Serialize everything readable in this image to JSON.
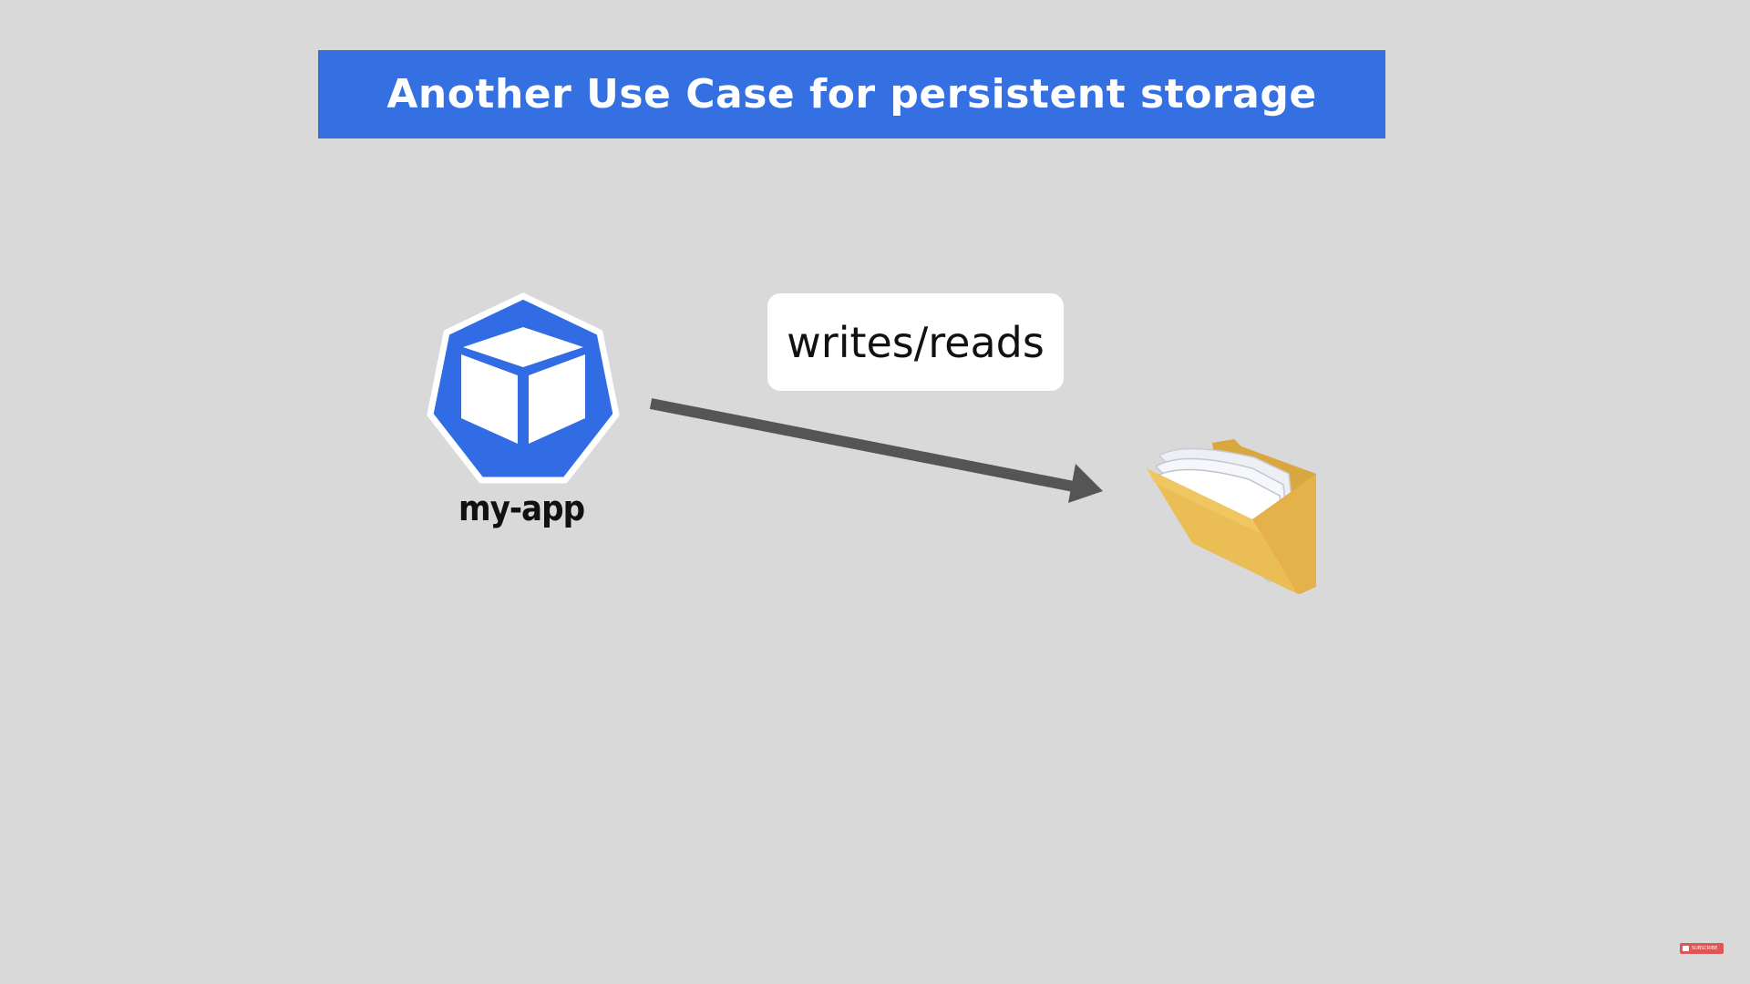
{
  "title": "Another Use Case for persistent storage",
  "app": {
    "label": "my-app",
    "icon": "kubernetes-pod-icon"
  },
  "connection": {
    "label": "writes/reads",
    "icon": "arrow-right-icon"
  },
  "storage": {
    "icon": "folder-icon"
  },
  "badge": {
    "label": "SUBSCRIBE",
    "icon": "youtube-play-icon"
  },
  "colors": {
    "background": "#d9d9d9",
    "banner": "#3570e3",
    "pod": "#326ce5",
    "arrow": "#555555",
    "folder": "#e8b84d",
    "badge": "#e05555"
  }
}
